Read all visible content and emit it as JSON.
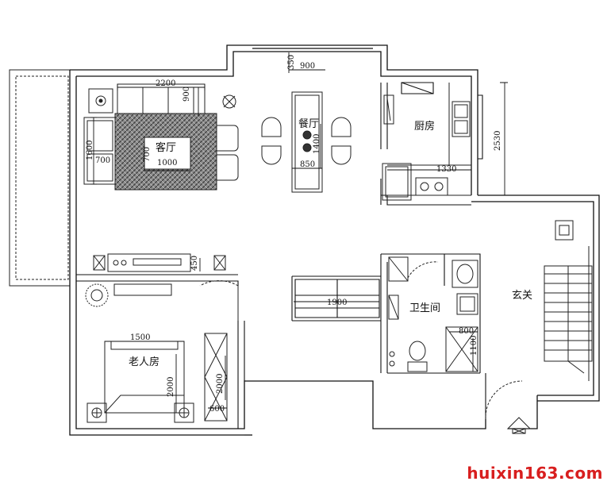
{
  "rooms": {
    "living": "客厅",
    "dining": "餐厅",
    "kitchen": "厨房",
    "elder_bedroom": "老人房",
    "bathroom": "卫生间",
    "foyer": "玄关"
  },
  "dimensions": {
    "d2200": "2200",
    "d900_sofa": "900",
    "d1600": "1600",
    "d700_a": "700",
    "d700_b": "700",
    "d1000": "1000",
    "d350": "350",
    "d900_window": "900",
    "d1400": "1400",
    "d850": "850",
    "d1330": "1330",
    "d2530": "2530",
    "d450": "450",
    "d1900": "1900",
    "d800": "800",
    "d1100": "1100",
    "d1500": "1500",
    "d2000_bed": "2000",
    "d2000_wardrobe": "2000",
    "d600": "600"
  },
  "watermark": {
    "part1": "huixin163",
    "part2": ".com"
  }
}
